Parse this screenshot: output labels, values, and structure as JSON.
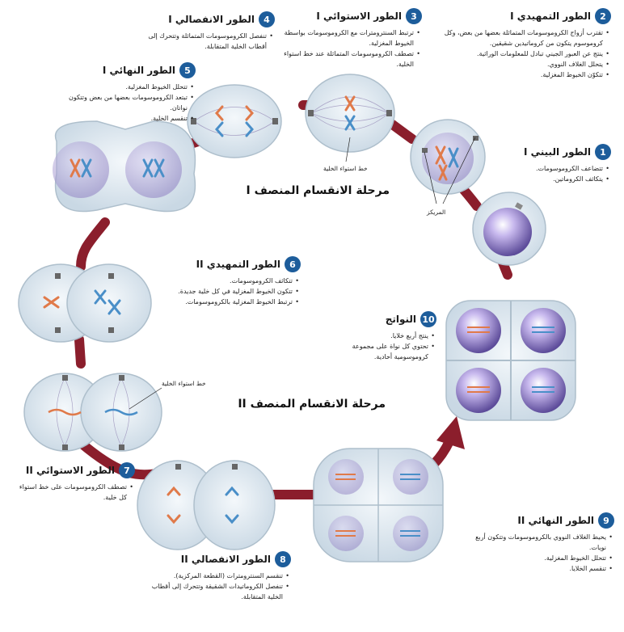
{
  "stages": [
    {
      "num": "1",
      "title": "الطور البيني I",
      "bullets": [
        "تتضاعف الكروموسومات.",
        "يتكاثف الكروماتين."
      ]
    },
    {
      "num": "2",
      "title": "الطور التمهيدي I",
      "bullets": [
        "تقترب أزواج الكروموسومات المتماثلة بعضها من بعض، وكل كروموسوم يتكون من كروماتيدين شقيقين.",
        "ينتج عن العبور الجيني تبادل للمعلومات الوراثية.",
        "يتحلل الغلاف النووي.",
        "تتكوّن الخيوط المغزلية."
      ]
    },
    {
      "num": "3",
      "title": "الطور الاستوائي I",
      "bullets": [
        "ترتبط السنترومترات مع الكروموسومات بواسطة الخيوط المغزلية.",
        "تصطف الكروموسومات المتماثلة عند خط استواء الخلية."
      ]
    },
    {
      "num": "4",
      "title": "الطور الانفصالي I",
      "bullets": [
        "تنفصل الكروموسومات المتماثلة وتتحرك إلى أقطاب الخلية المتقابلة."
      ]
    },
    {
      "num": "5",
      "title": "الطور النهائي I",
      "bullets": [
        "تتحلل الخيوط المغزلية.",
        "تبتعد الكروموسومات بعضها من بعض وتتكون نواتان.",
        "تنقسم الخلية."
      ]
    },
    {
      "num": "6",
      "title": "الطور التمهيدي II",
      "bullets": [
        "تتكاثف الكروموسومات.",
        "تتكون الخيوط المغزلية في كل خلية جديدة.",
        "ترتبط الخيوط المغزلية بالكروموسومات."
      ]
    },
    {
      "num": "7",
      "title": "الطور الاستوائي II",
      "bullets": [
        "تصطف الكروموسومات على خط استواء كل خلية."
      ]
    },
    {
      "num": "8",
      "title": "الطور الانفصالي II",
      "bullets": [
        "تنقسم السنترومترات (القطعة المركزية).",
        "تنفصل الكروماتيدات الشقيقة وتتحرك إلى أقطاب الخلية المتقابلة."
      ]
    },
    {
      "num": "9",
      "title": "الطور النهائي II",
      "bullets": [
        "يحيط الغلاف النووي بالكروموسومات وتتكون أربع نويات.",
        "تتحلل الخيوط المغزلية.",
        "تنقسم الخلايا."
      ]
    },
    {
      "num": "10",
      "title": "النواتج",
      "bullets": [
        "ينتج أربع خلايا.",
        "تحتوي كل نواة على مجموعة كروموسومية أحادية."
      ]
    }
  ],
  "phases": {
    "meiosis1": "مرحلة الانقسام المنصف I",
    "meiosis2": "مرحلة الانقسام المنصف II"
  },
  "labels": {
    "equator1": "خط استواء الخلية",
    "equator2": "خط استواء الخلية",
    "centrioles": "المريكز"
  },
  "colors": {
    "badge": "#1d5d9b",
    "arrow": "#8b1e2c",
    "cell": "#dfe9f0",
    "nucleus": "#9e90cc",
    "chromA": "#e07a4a",
    "chromB": "#4a8fc8"
  }
}
